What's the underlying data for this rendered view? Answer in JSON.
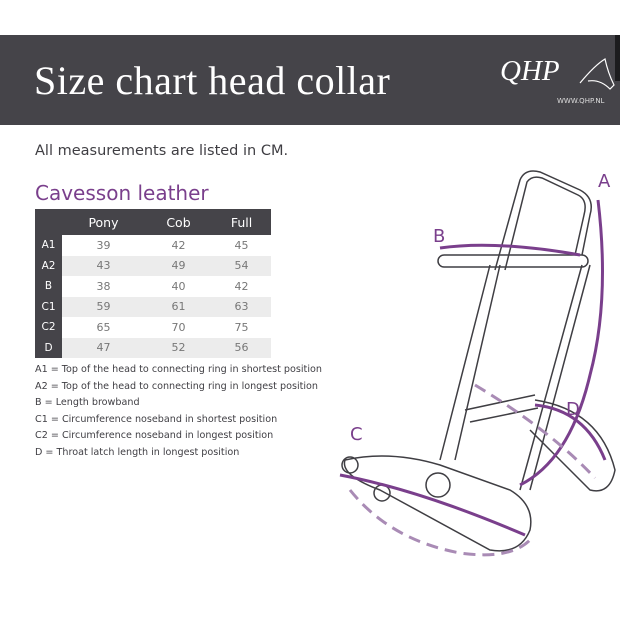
{
  "header": {
    "title": "Size chart head collar",
    "logo": "QHP",
    "url": "WWW.QHP.NL"
  },
  "note": "All measurements are listed in CM.",
  "section_title": "Cavesson leather",
  "table": {
    "columns": [
      "",
      "Pony",
      "Cob",
      "Full"
    ],
    "rows": [
      {
        "label": "A1",
        "values": [
          "39",
          "42",
          "45"
        ]
      },
      {
        "label": "A2",
        "values": [
          "43",
          "49",
          "54"
        ]
      },
      {
        "label": "B",
        "values": [
          "38",
          "40",
          "42"
        ]
      },
      {
        "label": "C1",
        "values": [
          "59",
          "61",
          "63"
        ]
      },
      {
        "label": "C2",
        "values": [
          "65",
          "70",
          "75"
        ]
      },
      {
        "label": "D",
        "values": [
          "47",
          "52",
          "56"
        ]
      }
    ]
  },
  "legend": [
    "A1  = Top of the head to connecting ring in shortest position",
    "A2 = Top of the head to connecting ring in longest position",
    "B   = Length browband",
    "C1  = Circumference noseband in shortest position",
    "C2 = Circumference noseband in longest position",
    "D   = Throat latch length in longest position"
  ],
  "diagram_labels": {
    "a": "A",
    "b": "B",
    "c": "C",
    "d": "D"
  },
  "colors": {
    "band": "#454449",
    "accent": "#7a3f8c",
    "dashed": "#a98bb5"
  }
}
